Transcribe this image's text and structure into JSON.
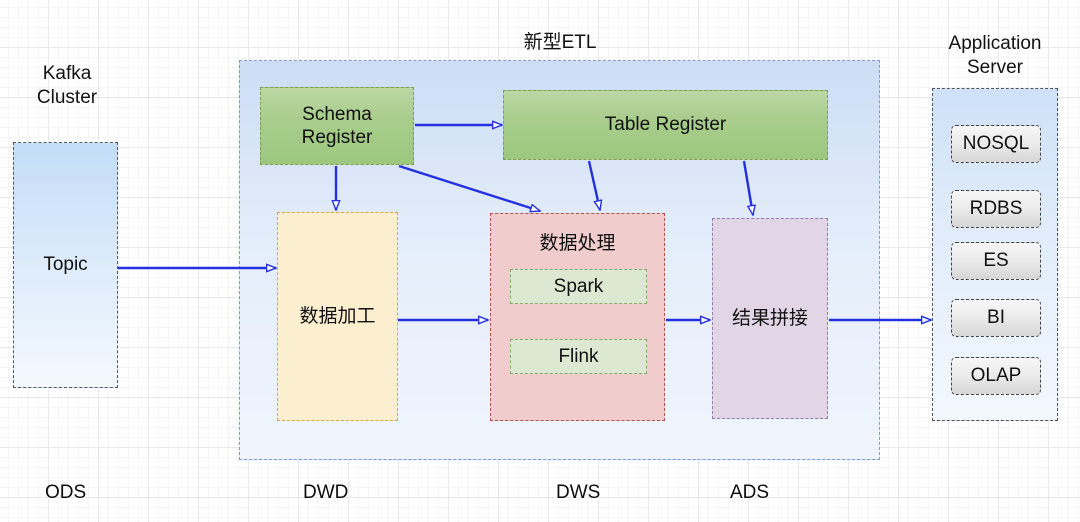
{
  "diagram": {
    "title_etl": "新型ETL",
    "labels": {
      "kafka_cluster": "Kafka\nCluster",
      "application_server": "Application\nServer"
    },
    "nodes": {
      "topic": "Topic",
      "schema_register": "Schema\nRegister",
      "table_register": "Table Register",
      "data_processing": "数据处理",
      "spark": "Spark",
      "flink": "Flink",
      "data_refining": "数据加工",
      "result_assembly": "结果拼接"
    },
    "app_items": [
      "NOSQL",
      "RDBS",
      "ES",
      "BI",
      "OLAP"
    ],
    "layer_labels": [
      "ODS",
      "DWD",
      "DWS",
      "ADS"
    ],
    "colors": {
      "arrow": "#2430e0",
      "etl_border": "#7f99d4",
      "register_fill": "#a9cd8d",
      "processing_fill": "#f0cccc",
      "refining_fill": "#fcefcf",
      "assembly_fill": "#e2d5e6",
      "topic_fill": "#dbeafb"
    }
  }
}
